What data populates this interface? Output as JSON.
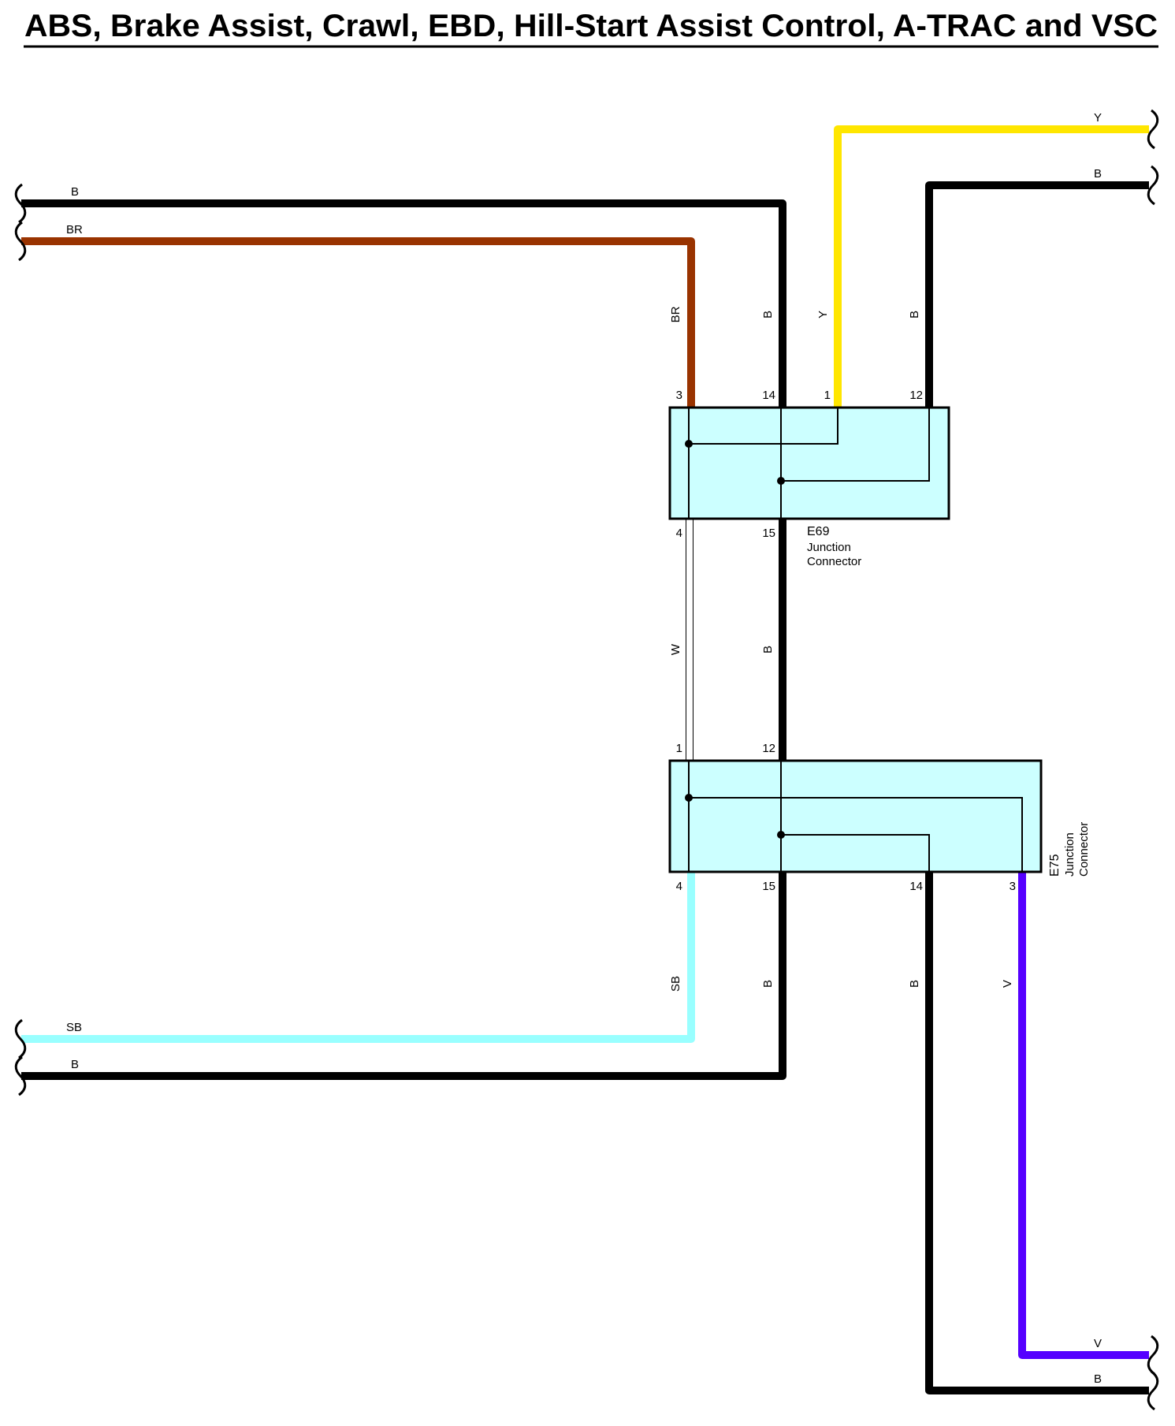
{
  "title": "ABS, Brake Assist, Crawl, EBD, Hill-Start Assist Control, A-TRAC and VSC",
  "colors": {
    "B": "#000000",
    "BR": "#993300",
    "Y": "#ffe600",
    "W": "#ffffff",
    "SB": "#99ffff",
    "V": "#5500ff",
    "connector_fill": "#ccffff"
  },
  "wires": {
    "left_top_b": "B",
    "left_top_br": "BR",
    "right_top_y": "Y",
    "right_top_b": "B",
    "v_br_upper": "BR",
    "v_b_upper": "B",
    "v_y_upper": "Y",
    "v_b12_upper": "B",
    "v_w_mid": "W",
    "v_b_mid": "B",
    "v_sb_lower": "SB",
    "v_b_lower": "B",
    "v_b14_lower": "B",
    "v_v_lower": "V",
    "left_bottom_sb": "SB",
    "left_bottom_b": "B",
    "right_bottom_v": "V",
    "right_bottom_b": "B"
  },
  "connectors": {
    "e69": {
      "id": "E69",
      "name_line1": "Junction",
      "name_line2": "Connector",
      "pins_top": [
        "3",
        "14",
        "1",
        "12"
      ],
      "pins_bottom": [
        "4",
        "15"
      ]
    },
    "e75": {
      "id": "E75",
      "name_line1": "Junction",
      "name_line2": "Connector",
      "pins_top": [
        "1",
        "12"
      ],
      "pins_bottom": [
        "4",
        "15",
        "14",
        "3"
      ]
    }
  }
}
